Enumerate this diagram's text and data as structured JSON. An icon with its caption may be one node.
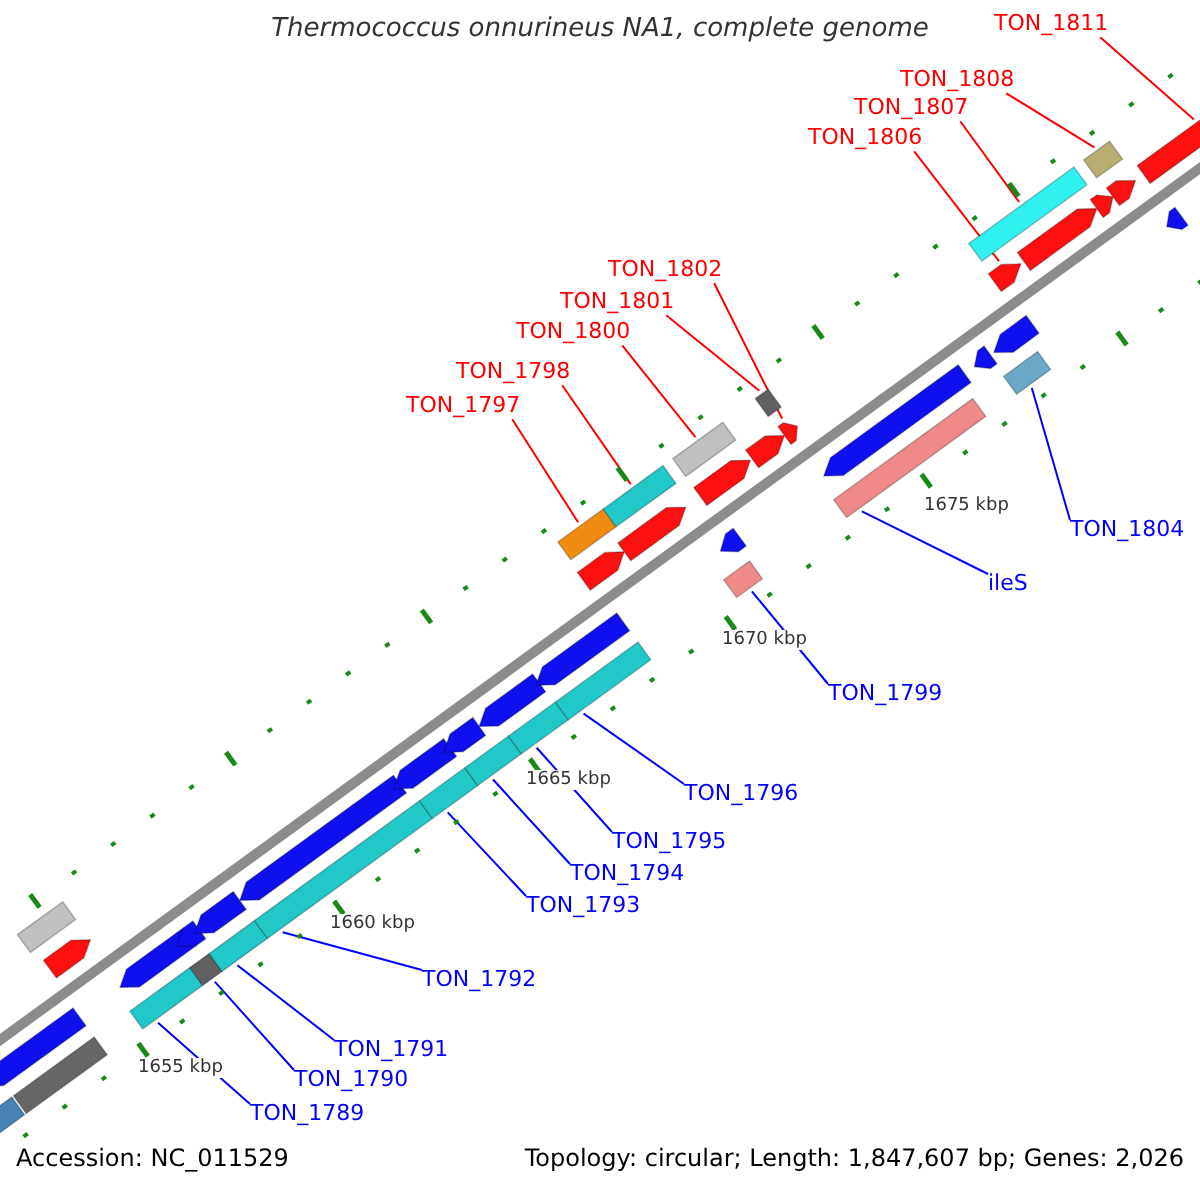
{
  "diagram": {
    "title": "Thermococcus onnurineus NA1, complete genome",
    "nodes": [
      {
        "text": [
          "TON_1811"
        ]
      },
      {
        "text": [
          "TON_1808"
        ]
      },
      {
        "text": [
          "TON_1807"
        ]
      },
      {
        "text": [
          "TON_1806"
        ]
      },
      {
        "text": [
          "TON_1802"
        ]
      },
      {
        "text": [
          "TON_1801"
        ]
      },
      {
        "text": [
          "TON_1800"
        ]
      },
      {
        "text": [
          "TON_1798"
        ]
      },
      {
        "text": [
          "TON_1797"
        ]
      },
      {
        "text": [
          "TON_1804"
        ]
      },
      {
        "text": [
          "ileS"
        ]
      },
      {
        "text": [
          "TON_1799"
        ]
      },
      {
        "text": [
          "TON_1796"
        ]
      },
      {
        "text": [
          "TON_1795"
        ]
      },
      {
        "text": [
          "TON_1794"
        ]
      },
      {
        "text": [
          "TON_1793"
        ]
      },
      {
        "text": [
          "TON_1792"
        ]
      },
      {
        "text": [
          "TON_1791"
        ]
      },
      {
        "text": [
          "TON_1790"
        ]
      },
      {
        "text": [
          "TON_1789"
        ]
      },
      {
        "text": [],
        "shape": "box"
      },
      {
        "text": [],
        "shape": "arrow"
      },
      {
        "text": [],
        "shape": "box"
      },
      {
        "text": [],
        "shape": "box"
      },
      {
        "text": [],
        "shape": "arrow"
      },
      {
        "text": [],
        "shape": "box"
      },
      {
        "text": [],
        "shape": "arrow"
      },
      {
        "text": [],
        "shape": "box"
      },
      {
        "text": [],
        "shape": "arrow"
      },
      {
        "text": [],
        "shape": "arrow"
      },
      {
        "text": [],
        "shape": "box"
      },
      {
        "text": [],
        "shape": "arrow"
      },
      {
        "text": [],
        "shape": "box"
      },
      {
        "text": [],
        "shape": "arrow"
      },
      {
        "text": [],
        "shape": "box"
      },
      {
        "text": [],
        "shape": "arrow"
      },
      {
        "text": [],
        "shape": "box"
      },
      {
        "text": [],
        "shape": "arrow"
      },
      {
        "text": [],
        "shape": "box"
      },
      {
        "text": [],
        "shape": "arrow"
      },
      {
        "text": [],
        "shape": "box"
      },
      {
        "text": [],
        "shape": "arrow"
      },
      {
        "text": [],
        "shape": "box"
      },
      {
        "text": [],
        "shape": "arrow"
      },
      {
        "text": [],
        "shape": "box"
      },
      {
        "text": [],
        "shape": "box"
      },
      {
        "text": [],
        "shape": "arrow"
      },
      {
        "text": [],
        "shape": "arrow"
      },
      {
        "text": [],
        "shape": "box"
      },
      {
        "text": [],
        "shape": "arrow"
      },
      {
        "text": [],
        "shape": "box"
      },
      {
        "text": [],
        "shape": "arrow"
      },
      {
        "text": [],
        "shape": "box"
      },
      {
        "text": [],
        "shape": "arrow"
      },
      {
        "text": [],
        "shape": "arrow"
      },
      {
        "text": [],
        "shape": "box"
      },
      {
        "text": [],
        "shape": "arrow"
      },
      {
        "text": [],
        "shape": "arrow"
      },
      {
        "text": [],
        "shape": "box"
      },
      {
        "text": [],
        "shape": "arrow"
      },
      {
        "text": [],
        "shape": "arrow"
      },
      {
        "text": [],
        "shape": "box"
      },
      {
        "text": [],
        "shape": "arrow"
      },
      {
        "text": [],
        "shape": "arrow"
      },
      {
        "text": [],
        "shape": "arrow"
      }
    ],
    "edges": [
      {
        "from": 0,
        "to": 64,
        "arrow": "none",
        "color": "#ff0000"
      },
      {
        "from": 1,
        "to": 61,
        "arrow": "none",
        "color": "#ff0000"
      },
      {
        "from": 2,
        "to": 58,
        "arrow": "none",
        "color": "#ff0000"
      },
      {
        "from": 3,
        "to": 57,
        "arrow": "none",
        "color": "#ff0000"
      },
      {
        "from": 4,
        "to": 51,
        "arrow": "none",
        "color": "#ff0000"
      },
      {
        "from": 5,
        "to": 50,
        "arrow": "none",
        "color": "#ff0000"
      },
      {
        "from": 6,
        "to": 48,
        "arrow": "none",
        "color": "#ff0000"
      },
      {
        "from": 7,
        "to": 44,
        "arrow": "none",
        "color": "#ff0000"
      },
      {
        "from": 8,
        "to": 42,
        "arrow": "none",
        "color": "#ff0000"
      },
      {
        "from": 9,
        "to": 55,
        "arrow": "none"
      },
      {
        "from": 10,
        "to": 52,
        "arrow": "none"
      },
      {
        "from": 11,
        "to": 45,
        "arrow": "none"
      },
      {
        "from": 12,
        "to": 40,
        "arrow": "none"
      },
      {
        "from": 13,
        "to": 38,
        "arrow": "none"
      },
      {
        "from": 14,
        "to": 36,
        "arrow": "none"
      },
      {
        "from": 15,
        "to": 34,
        "arrow": "none"
      },
      {
        "from": 16,
        "to": 32,
        "arrow": "none"
      },
      {
        "from": 17,
        "to": 30,
        "arrow": "none"
      },
      {
        "from": 18,
        "to": 27,
        "arrow": "none"
      },
      {
        "from": 19,
        "to": 25,
        "arrow": "none"
      }
    ],
    "labels": [
      "1655 kbp",
      "1660 kbp",
      "1665 kbp",
      "1670 kbp",
      "1675 kbp",
      "Accession: NC_011529",
      "Topology: circular; Length: 1,847,607 bp; Genes: 2,026"
    ]
  }
}
